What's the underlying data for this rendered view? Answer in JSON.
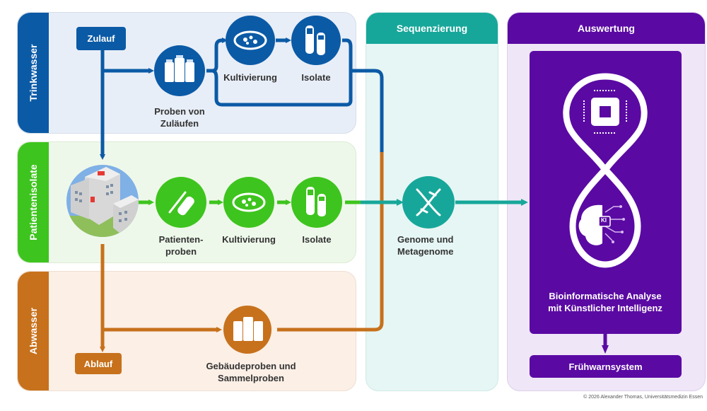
{
  "lanes": {
    "trinkwasser": {
      "title": "Trinkwasser",
      "color": "#0b5aa6",
      "bg": "#e8eef7"
    },
    "patientenisolate": {
      "title": "Patientenisolate",
      "color": "#3ec41e",
      "bg": "#eef8ea"
    },
    "abwasser": {
      "title": "Abwasser",
      "color": "#c7711c",
      "bg": "#fbefe6"
    }
  },
  "columns": {
    "sequenzierung": {
      "title": "Sequenzierung",
      "color": "#17a79a",
      "bg": "#e6f6f4"
    },
    "auswertung": {
      "title": "Auswertung",
      "color": "#5a0aa3",
      "bg": "#efe6f7"
    }
  },
  "nodes": {
    "zulauf": "Zulauf",
    "proben_von_zulaeufen_line1": "Proben von",
    "proben_von_zulaeufen_line2": "Zuläufen",
    "kultivierung_trink": "Kultivierung",
    "isolate_trink": "Isolate",
    "patientenproben_line1": "Patienten-",
    "patientenproben_line2": "proben",
    "kultivierung_patient": "Kultivierung",
    "isolate_patient": "Isolate",
    "ablauf": "Ablauf",
    "gebaeudeproben_line1": "Gebäudeproben und",
    "gebaeudeproben_line2": "Sammelproben",
    "genome_line1": "Genome und",
    "genome_line2": "Metagenome",
    "analyse_line1": "Bioinformatische Analyse",
    "analyse_line2": "mit Künstlicher Intelligenz",
    "ki_chip_label": "KI",
    "fruehwarnsystem": "Frühwarnsystem"
  },
  "icons": {
    "proben": "sample-bottles-icon",
    "kultivierung": "petri-dish-icon",
    "isolate": "test-tubes-icon",
    "patientenproben": "swab-tube-icon",
    "hospital": "hospital-building-icon",
    "genome": "dna-icon",
    "chip": "microchip-icon",
    "brain": "ai-brain-icon"
  },
  "footer": {
    "copyright": "© 2026 Alexander Thomas, Universitätsmedizin Essen"
  }
}
